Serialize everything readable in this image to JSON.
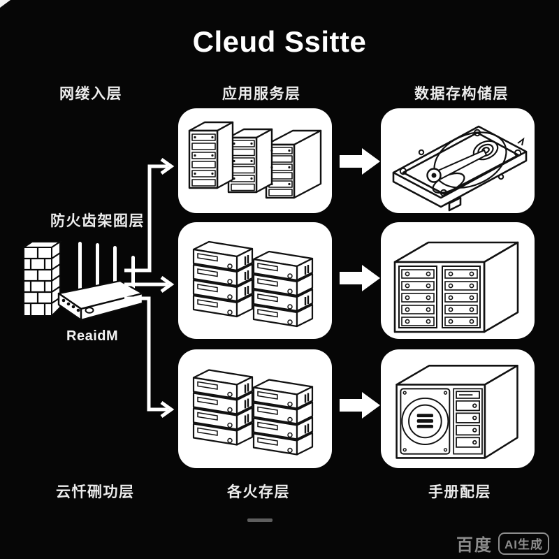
{
  "title": "Cleud Ssitte",
  "columns": {
    "left": {
      "top_label": "网缕入层",
      "mid_label": "防火齿架囮层",
      "device_label": "ReaidM",
      "bottom_label": "云忏硎功层"
    },
    "middle": {
      "top_label": "应用服务层",
      "bottom_label": "各火存层"
    },
    "right": {
      "top_label": "数据存构储层",
      "bottom_label": "手册配层"
    }
  },
  "watermark": {
    "brand": "百度",
    "badge": "AI生成"
  },
  "colors": {
    "background": "#060606",
    "foreground": "#ffffff",
    "panel_fill": "#ffffff",
    "line_art": "#111111",
    "watermark_gray": "#8e8e8e",
    "dash_gray": "#5e5e5e"
  },
  "icons": {
    "middle_row1": "server-tower-group-icon",
    "middle_row2": "rack-server-stack-icon",
    "middle_row3": "rack-server-stack-icon",
    "right_row1": "hard-disk-drive-icon",
    "right_row2": "drive-cabinet-icon",
    "right_row3": "fan-chassis-icon",
    "left_scene": [
      "firewall-brick-tower-icon",
      "wifi-router-icon"
    ]
  }
}
